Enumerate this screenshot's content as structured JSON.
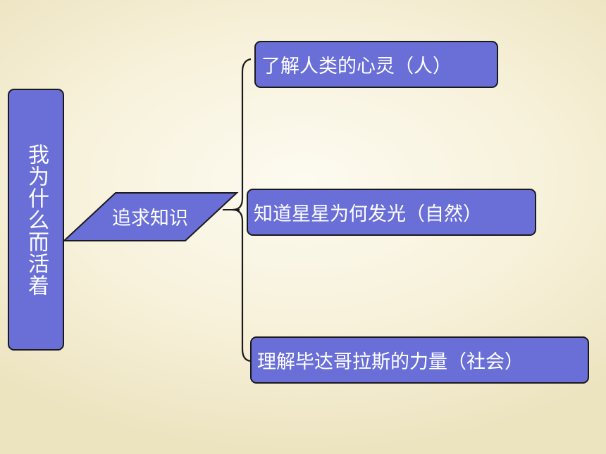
{
  "colors": {
    "node_fill": "#6a6fd8",
    "node_stroke": "#1a1a1a",
    "text": "#ffffff",
    "line": "#1a1a1a"
  },
  "diagram": {
    "root": "我为什么而活着",
    "branch": "追求知识",
    "leaves": [
      "了解人类的心灵（人）",
      "知道星星为何发光（自然）",
      "理解毕达哥拉斯的力量（社会）"
    ]
  }
}
